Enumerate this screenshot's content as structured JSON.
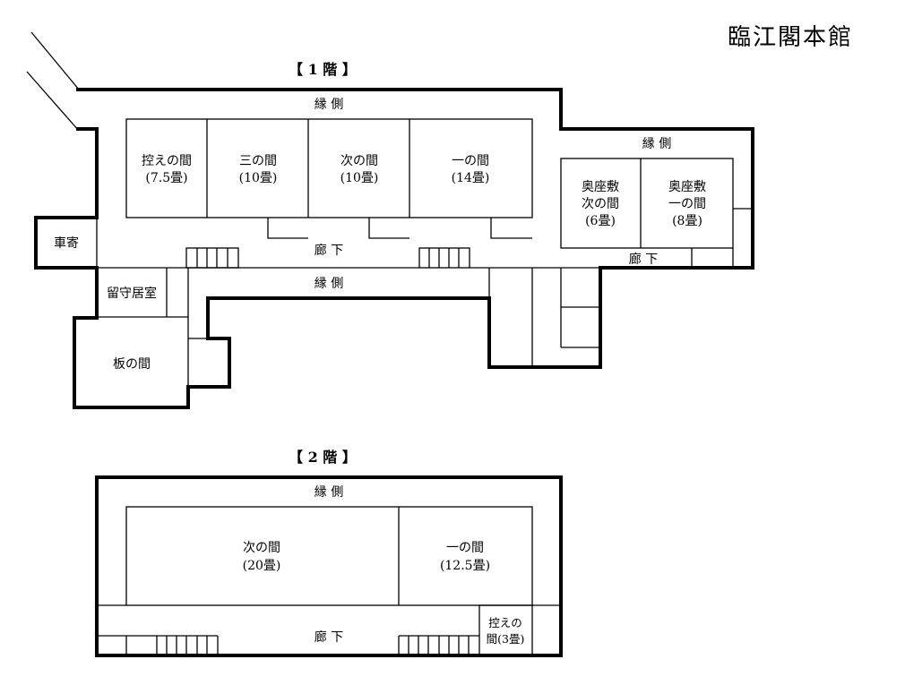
{
  "title": "臨江閣本館",
  "floor1": {
    "label": "【 1 階 】",
    "engawa_top": "縁 側",
    "engawa_right": "縁 側",
    "engawa_mid": "縁 側",
    "rouka_main": "廊 下",
    "rouka_right": "廊 下",
    "kuruma_yose": "車寄",
    "rusui_shitsu": "留守居室",
    "ita_no_ma": "板の間",
    "rooms": [
      {
        "name": "控えの間",
        "size": "(7.5畳)"
      },
      {
        "name": "三の間",
        "size": "(10畳)"
      },
      {
        "name": "次の間",
        "size": "(10畳)"
      },
      {
        "name": "一の間",
        "size": "(14畳)"
      }
    ],
    "okuzashiki": [
      {
        "line1": "奥座敷",
        "line2": "次の間",
        "size": "(6畳)"
      },
      {
        "line1": "奥座敷",
        "line2": "一の間",
        "size": "(8畳)"
      }
    ]
  },
  "floor2": {
    "label": "【 2 階 】",
    "engawa": "縁 側",
    "rouka": "廊 下",
    "rooms": [
      {
        "name": "次の間",
        "size": "(20畳)"
      },
      {
        "name": "一の間",
        "size": "(12.5畳)"
      }
    ],
    "hikae": {
      "line1": "控えの",
      "line2": "間(3畳)"
    }
  }
}
